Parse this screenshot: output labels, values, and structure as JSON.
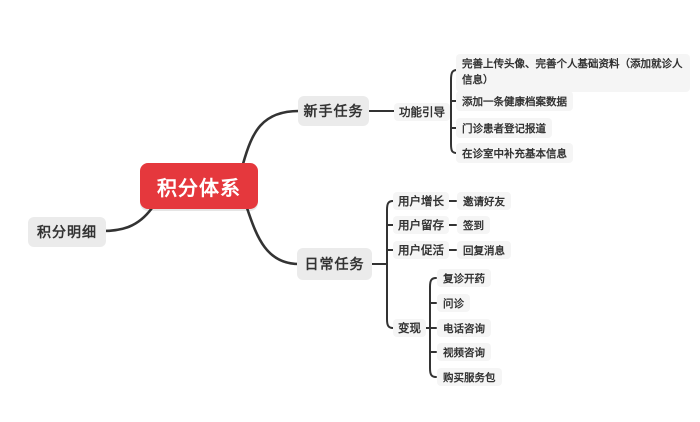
{
  "mindmap": {
    "root": {
      "label": "积分体系"
    },
    "points_detail": {
      "label": "积分明细"
    },
    "newbie": {
      "label": "新手任务",
      "guide_label": "功能引导",
      "items": [
        "完善上传头像、完善个人基础资料（添加就诊人信息）",
        "添加一条健康档案数据",
        "门诊患者登记报道",
        "在诊室中补充基本信息"
      ]
    },
    "daily": {
      "label": "日常任务",
      "growth": {
        "label": "用户增长",
        "leaf": "邀请好友"
      },
      "retention": {
        "label": "用户留存",
        "leaf": "签到"
      },
      "activation": {
        "label": "用户促活",
        "leaf": "回复消息"
      },
      "monetization": {
        "label": "变现",
        "items": [
          "复诊开药",
          "问诊",
          "电话咨询",
          "视频咨询",
          "购买服务包"
        ]
      }
    },
    "colors": {
      "root_bg": "#e5383d",
      "root_text": "#ffffff",
      "branch_bg": "#ebebeb",
      "leaf_bg": "#f5f5f5",
      "line": "#333333",
      "text": "#333333",
      "canvas_bg": "#ffffff"
    }
  }
}
